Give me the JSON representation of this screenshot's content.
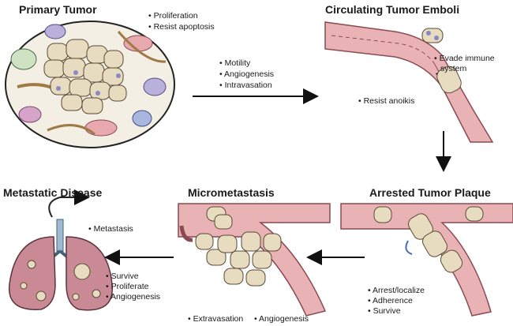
{
  "stages": {
    "primary": {
      "title": "Primary Tumor",
      "bullets": [
        "• Proliferation",
        "• Resist apoptosis"
      ]
    },
    "emboli": {
      "title": "Circulating Tumor Emboli",
      "bullets_top": [
        "• Evade immune",
        "system"
      ],
      "bullets_bottom": [
        "• Resist anoikis"
      ]
    },
    "plaque": {
      "title": "Arrested Tumor Plaque",
      "bullets": [
        "• Arrest/localize",
        "• Adherence",
        "• Survive"
      ]
    },
    "micro": {
      "title": "Micrometastasis",
      "bullets": [
        "• Extravasation",
        "• Angiogenesis"
      ]
    },
    "disease": {
      "title": "Metastatic Disease",
      "bullets_top": [
        "• Metastasis"
      ],
      "bullets_bottom": [
        "• Survive",
        "• Proliferate",
        "• Angiogenesis"
      ]
    }
  },
  "transition_primary_emboli": [
    "• Motility",
    "• Angiogenesis",
    "• Intravasation"
  ],
  "colors": {
    "vessel": "#e9b3b6",
    "vessel_edge": "#8a4a52",
    "cell": "#e8dcc0",
    "cell_edge": "#5a4a36",
    "lung": "#c98a95",
    "lung_edge": "#5c3440",
    "arrow": "#111111"
  }
}
